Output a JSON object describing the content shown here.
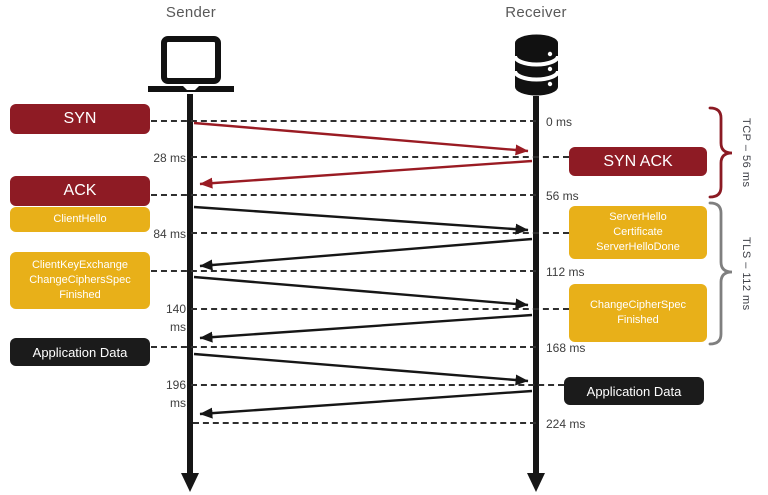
{
  "participants": {
    "sender": "Sender",
    "receiver": "Receiver"
  },
  "sender_messages": {
    "syn": "SYN",
    "ack": "ACK",
    "client_hello": "ClientHello",
    "client_key_exchange": "ClientKeyExchange\nChangeCiphersSpec\nFinished",
    "application_data": "Application Data"
  },
  "receiver_messages": {
    "syn_ack": "SYN ACK",
    "server_hello": "ServerHello\nCertificate\nServerHelloDone",
    "change_cipher_spec": "ChangeCipherSpec\nFinished",
    "application_data": "Application Data"
  },
  "timestamps": {
    "t0": "0 ms",
    "t28": "28 ms",
    "t56": "56 ms",
    "t84": "84 ms",
    "t112": "112 ms",
    "t140": "140\nms",
    "t168": "168 ms",
    "t196": "196\nms",
    "t224": "224 ms"
  },
  "phase_braces": {
    "tcp": "TCP – 56 ms",
    "tls": "TLS – 112 ms"
  },
  "colors": {
    "tcp_red": "#8E1B24",
    "tls_gold": "#E8B019",
    "data_black": "#1B1B1B",
    "brace_red": "#8B1A23",
    "brace_gray": "#7F7F7F",
    "title_gray": "#595959"
  }
}
